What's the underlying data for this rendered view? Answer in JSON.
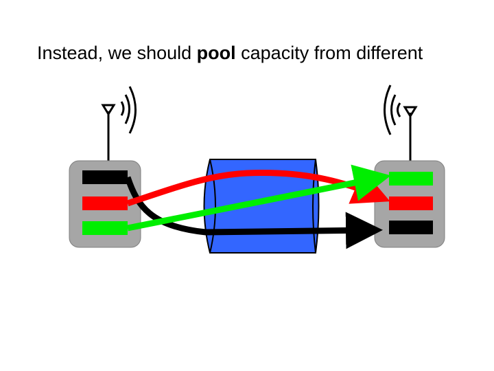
{
  "title": {
    "before": "Instead, we should ",
    "emphasis": "pool",
    "after": " capacity from different"
  },
  "colors": {
    "device_body": "#a6a6a6",
    "pipe": "#3366ff",
    "flow_red": "#ff0000",
    "flow_green": "#00ee00",
    "flow_black": "#000000"
  },
  "icons": {
    "left_antenna": "antenna-icon",
    "right_antenna": "antenna-icon",
    "left_waves": "radio-waves-icon",
    "right_waves": "radio-waves-icon"
  }
}
